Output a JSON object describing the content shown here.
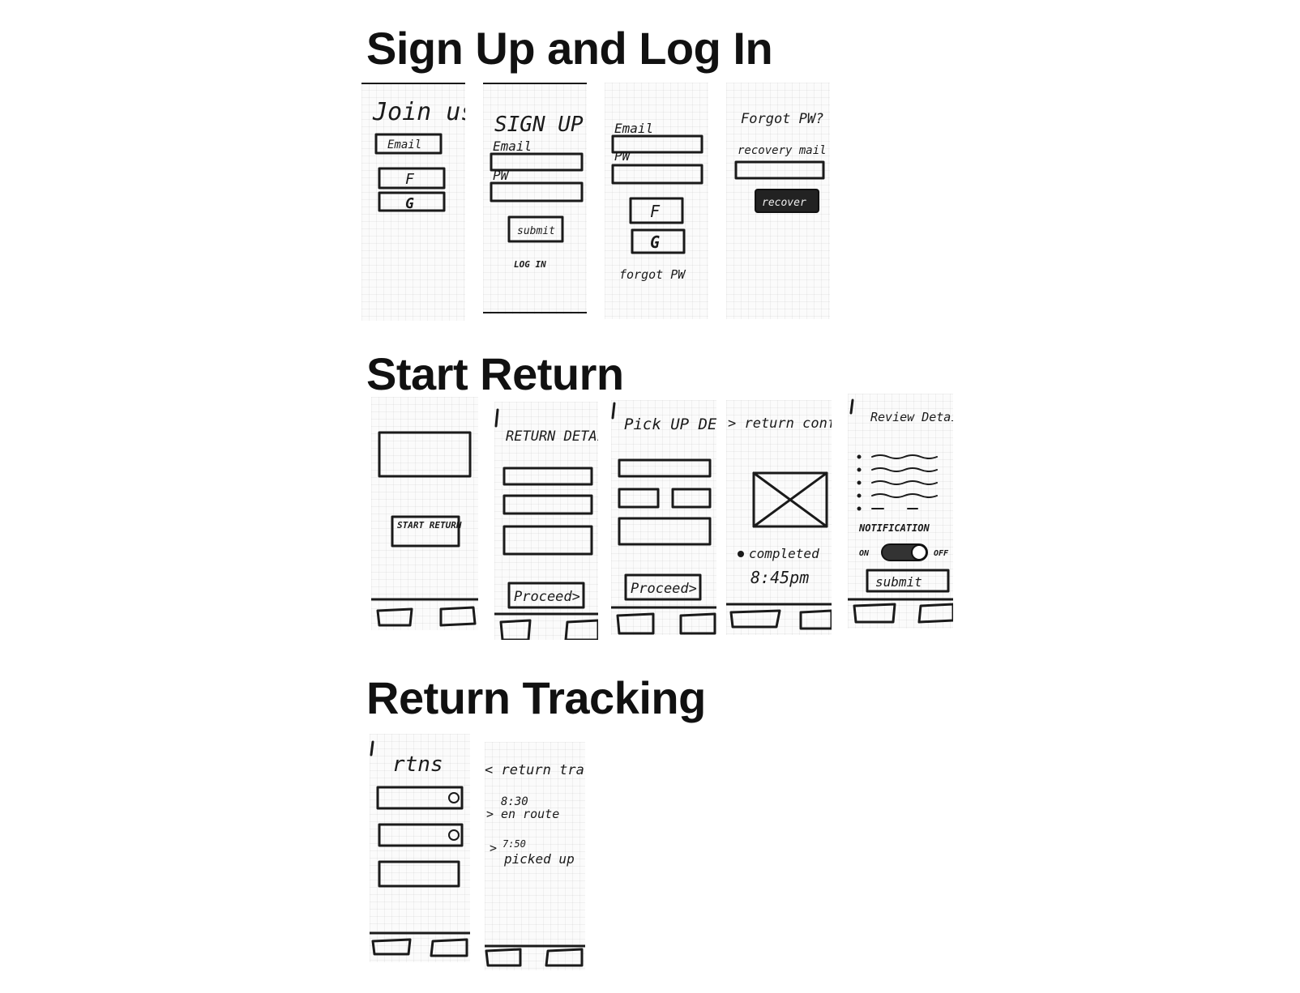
{
  "sections": [
    {
      "title": "Sign Up and Log In",
      "screens": [
        {
          "name": "join-us",
          "title": "Join us",
          "buttons": [
            "Email",
            "F",
            "G"
          ]
        },
        {
          "name": "sign-up",
          "title": "SIGN UP",
          "labels": [
            "Email",
            "PW"
          ],
          "buttons": [
            "submit"
          ],
          "link": "LOG IN"
        },
        {
          "name": "log-in",
          "labels": [
            "Email",
            "PW"
          ],
          "buttons": [
            "F",
            "G"
          ],
          "link": "forgot PW"
        },
        {
          "name": "forgot-pw",
          "title": "Forgot PW?",
          "labels": [
            "recovery mail"
          ],
          "buttons": [
            "recover"
          ]
        }
      ]
    },
    {
      "title": "Start Return",
      "screens": [
        {
          "name": "start-return",
          "buttons": [
            "START RETURN"
          ]
        },
        {
          "name": "return-details",
          "title": "RETURN DETAILS",
          "buttons": [
            "Proceed>"
          ]
        },
        {
          "name": "pick-up-details",
          "title": "Pick UP DETAILS",
          "buttons": [
            "Proceed>"
          ]
        },
        {
          "name": "return-confirmation",
          "title": "> return confirmation",
          "status": "completed",
          "time": "8:45pm"
        },
        {
          "name": "review-details",
          "title": "Review Details",
          "labels": [
            "NOTIFICATION",
            "ON",
            "OFF"
          ],
          "buttons": [
            "submit"
          ]
        }
      ]
    },
    {
      "title": "Return Tracking",
      "screens": [
        {
          "name": "returns",
          "title": "rtns"
        },
        {
          "name": "return-tracking",
          "title": "< return tracking",
          "events": [
            {
              "time": "8:30",
              "label": "en route"
            },
            {
              "time": "7:50",
              "label": "picked up"
            }
          ]
        }
      ]
    }
  ]
}
